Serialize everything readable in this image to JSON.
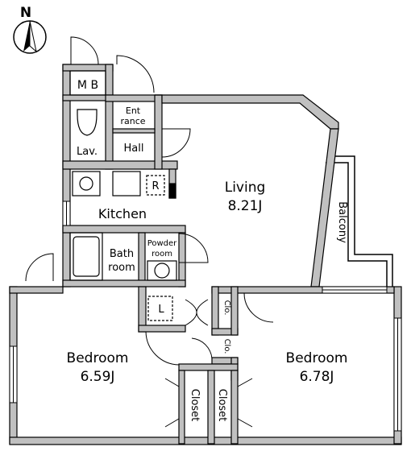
{
  "compass": {
    "label": "N"
  },
  "rooms": {
    "mb": "M B",
    "entrance_line1": "Ent",
    "entrance_line2": "rance",
    "lavatory": "Lav.",
    "hall": "Hall",
    "refrigerator": "R",
    "kitchen": "Kitchen",
    "living_name": "Living",
    "living_size": "8.21J",
    "balcony": "Balcony",
    "bathroom_line1": "Bath",
    "bathroom_line2": "room",
    "powder_line1": "Powder",
    "powder_line2": "room",
    "laundry": "L",
    "closet_small_1": "Clo.",
    "closet_small_2": "Clo.",
    "bedroom_left_name": "Bedroom",
    "bedroom_left_size": "6.59J",
    "bedroom_right_name": "Bedroom",
    "bedroom_right_size": "6.78J",
    "closet_left": "Closet",
    "closet_right": "Closet"
  }
}
